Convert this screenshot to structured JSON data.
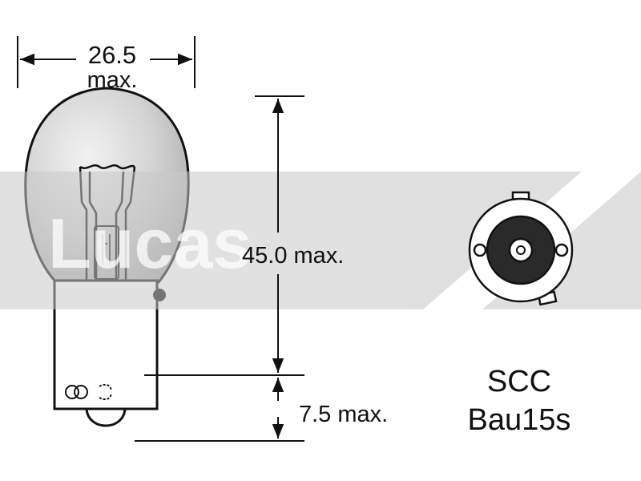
{
  "dimensions": {
    "width": {
      "value": "26.5",
      "suffix": "max."
    },
    "bulb_height": "45.0 max.",
    "base_height": "7.5 max."
  },
  "cap": {
    "type": "SCC",
    "base": "Bau15s"
  },
  "watermark": {
    "text": "Lucas"
  },
  "colors": {
    "line": "#111111",
    "bulb_fill": "#d6d6d6",
    "base_fill": "#ffffff",
    "cap_center": "#2a2a2a",
    "band": "#cfcfcf"
  }
}
